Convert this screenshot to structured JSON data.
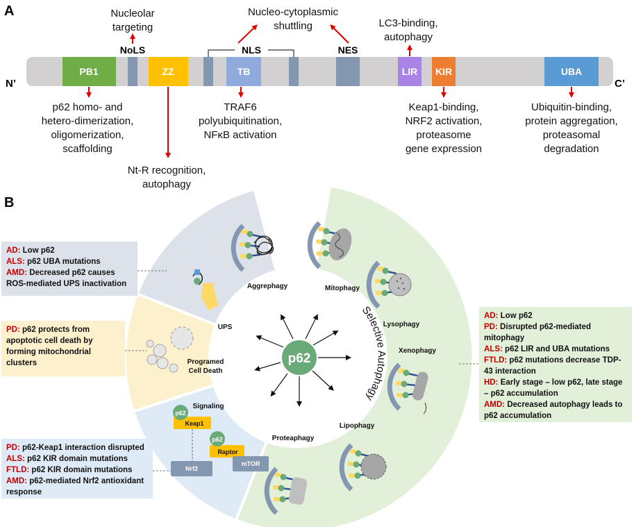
{
  "panel_a": {
    "label": "A",
    "n_term": "N’",
    "c_term": "C’",
    "domains": [
      {
        "name": "PB1",
        "color": "#70ad47"
      },
      {
        "name": "ZZ",
        "color": "#ffc000"
      },
      {
        "name": "TB",
        "color": "#8faadc"
      },
      {
        "name": "LIR",
        "color": "#a983e6"
      },
      {
        "name": "KIR",
        "color": "#ed7d31"
      },
      {
        "name": "UBA",
        "color": "#5b9bd5"
      }
    ],
    "motifs": {
      "nols": "NoLS",
      "nls": "NLS",
      "nes": "NES"
    },
    "functions": {
      "nols": [
        "Nucleolar",
        "targeting"
      ],
      "nuclear": [
        "Nucleo-cytoplasmic",
        "shuttling"
      ],
      "lir": [
        "LC3-binding,",
        "autophagy"
      ],
      "pb1": [
        "p62 homo- and",
        "hetero-dimerization,",
        "oligomerization,",
        "scaffolding"
      ],
      "zz": [
        "Nt-R recognition,",
        "autophagy"
      ],
      "tb": [
        "TRAF6",
        "polyubiquitination,",
        "NFκB activation"
      ],
      "kir": [
        "Keap1-binding,",
        "NRF2 activation,",
        "proteasome",
        "gene expression"
      ],
      "uba": [
        "Ubiquitin-binding,",
        "protein aggregation,",
        "proteasomal",
        "degradation"
      ]
    }
  },
  "panel_b": {
    "label": "B",
    "center": "p62",
    "ring_title": "Selective Autophagy",
    "sectors": {
      "ups": "UPS",
      "pcd": [
        "Programed",
        "Cell Death"
      ],
      "signaling": "Signaling"
    },
    "autophagy_types": [
      "Aggrephagy",
      "Mitophagy",
      "Lysophagy",
      "Xenophagy",
      "Lipophagy",
      "Proteaphagy"
    ],
    "signaling_parts": {
      "p62a": "p62",
      "keap1": "Keap1",
      "p62b": "p62",
      "raptor": "Raptor",
      "nrf2": "Nrf2",
      "mtor": "mTOR"
    },
    "boxes": {
      "ups": [
        {
          "label": "AD:",
          "text": " Low p62"
        },
        {
          "label": "ALS:",
          "text": " p62 UBA mutations"
        },
        {
          "label": "AMD:",
          "text": " Decreased p62 causes ROS-mediated UPS inactivation"
        }
      ],
      "pcd": [
        {
          "label": "PD:",
          "text": " p62 protects from apoptotic cell death by forming mitochondrial clusters"
        }
      ],
      "signaling": [
        {
          "label": "PD:",
          "text": " p62-Keap1 interaction disrupted"
        },
        {
          "label": "ALS:",
          "text": " p62 KIR domain mutations"
        },
        {
          "label": "FTLD:",
          "text": " p62 KIR domain mutations"
        },
        {
          "label": "AMD:",
          "text": " p62-mediated Nrf2 antioxidant response"
        }
      ],
      "autophagy": [
        {
          "label": "AD:",
          "text": " Low p62"
        },
        {
          "label": "PD:",
          "text": " Disrupted p62-mediated mitophagy"
        },
        {
          "label": "ALS:",
          "text": " p62 LIR and UBA mutations"
        },
        {
          "label": "FTLD:",
          "text": " p62 mutations decrease TDP-43 interaction"
        },
        {
          "label": "HD:",
          "text": " Early stage – low p62, late stage – p62 accumulation"
        },
        {
          "label": "AMD:",
          "text": " Decreased autophagy leads to p62 accumulation"
        }
      ]
    },
    "colors": {
      "ups": "#dde2ea",
      "pcd": "#fdf0cd",
      "signaling": "#deebf7",
      "autophagy": "#e2efd9",
      "p62": "#6aaa78"
    }
  }
}
